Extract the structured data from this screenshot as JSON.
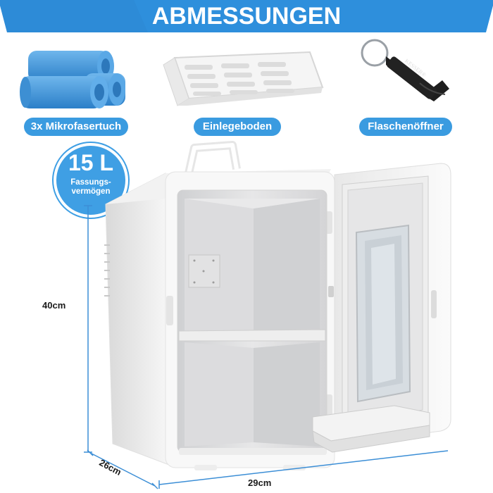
{
  "title": "ABMESSUNGEN",
  "accessories": [
    {
      "label": "3x Mikrofasertuch",
      "icon": "towel-icon"
    },
    {
      "label": "Einlegeboden",
      "icon": "shelf-icon"
    },
    {
      "label": "Flaschenöffner",
      "icon": "bottle-opener-icon"
    }
  ],
  "opener_brand": "KESSER®",
  "capacity": {
    "value": "15 L",
    "label": "Fassungs-vermögen"
  },
  "dimensions": {
    "height": "40cm",
    "depth": "26cm",
    "width": "29cm"
  },
  "colors": {
    "accent": "#2e8fdc",
    "pill": "#3a9be0",
    "fridge": "#f4f4f4"
  }
}
